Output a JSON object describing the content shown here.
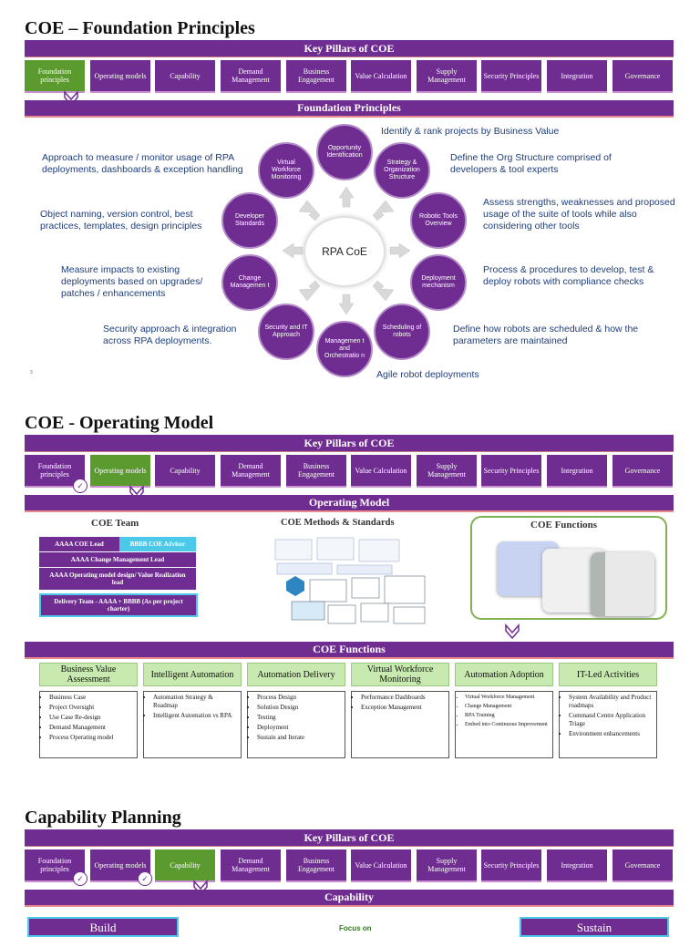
{
  "section1": {
    "title": "COE – Foundation Principles",
    "pillars_header": "Key Pillars of COE",
    "sub_header": "Foundation Principles",
    "center_label": "RPA CoE",
    "nodes": [
      "Opportunity Identification",
      "Strategy & Organization Structure",
      "Robotic Tools Overview",
      "Deployment mechanism",
      "Scheduling of robots",
      "Managemen t and Orchestratio n",
      "Security and IT Approach",
      "Change Managemen t",
      "Developer Standards",
      "Virtual Workforce Monitoring"
    ],
    "descriptions": [
      "Identify & rank projects by Business Value",
      "Define the Org Structure comprised of developers & tool experts",
      "Assess strengths, weaknesses and proposed usage of the suite of tools while also considering other tools",
      "Process & procedures to develop, test & deploy robots with compliance checks",
      "Define how robots are scheduled & how the parameters are maintained",
      "Agile robot deployments",
      "Security approach & integration across RPA deployments.",
      "Measure impacts to existing deployments based on upgrades/ patches / enhancements",
      "Object naming, version control, best practices, templates, design principles",
      "Approach to measure / monitor usage of RPA deployments, dashboards & exception handling"
    ],
    "slide_number": "3"
  },
  "pillars": [
    "Foundation principles",
    "Operating models",
    "Capability",
    "Demand Management",
    "Business Engagement",
    "Value Calculation",
    "Supply Management",
    "Security Principles",
    "Integration",
    "Governance"
  ],
  "section2": {
    "title": "COE - Operating Model",
    "pillars_header": "Key Pillars of COE",
    "sub_header": "Operating Model",
    "team_title": "COE Team",
    "methods_title": "COE Methods & Standards",
    "functions_title": "COE Functions",
    "team": {
      "lead": "AAAA COE Lead",
      "advisor": "BBBB COE Advisor",
      "change": "AAAA Change Management Lead",
      "opmodel": "AAAA Operating model design/ Value Realization lead",
      "delivery": "Delivery Team - AAAA + BBBB (As per project charter)"
    },
    "functions_header": "COE Functions",
    "functions": [
      {
        "title": "Business Value Assessment",
        "items": [
          "Business Case",
          "Project Oversight",
          "Use Case Re-design",
          "Demand Management",
          "Process Operating model"
        ]
      },
      {
        "title": "Intelligent Automation",
        "items": [
          "Automation Strategy & Roadmap",
          "Intelligent Automation vs RPA"
        ]
      },
      {
        "title": "Automation Delivery",
        "items": [
          "Process Design",
          "Solution Design",
          "Testing",
          "Deployment",
          "Sustain and Iterate"
        ]
      },
      {
        "title": "Virtual Workforce Monitoring",
        "items": [
          "Performance Dashboards",
          "Exception Management"
        ]
      },
      {
        "title": "Automation Adoption",
        "items": [
          "Virtual Workforce Management",
          "Change Management",
          "RPA Training",
          "Embed into Continuous Improvement"
        ]
      },
      {
        "title": "IT-Led Activities",
        "items": [
          "System Availability and Product roadmaps",
          "Command Centre Application Triage",
          "Environment enhancements"
        ]
      }
    ]
  },
  "section3": {
    "title": "Capability Planning",
    "pillars_header": "Key Pillars of COE",
    "sub_header": "Capability",
    "build": "Build",
    "focus": "Focus on",
    "sustain": "Sustain"
  },
  "colors": {
    "purple": "#6f2c91",
    "green_active": "#5b9a2e",
    "desc_text": "#1f3d7a",
    "function_head": "#c8eab0"
  }
}
